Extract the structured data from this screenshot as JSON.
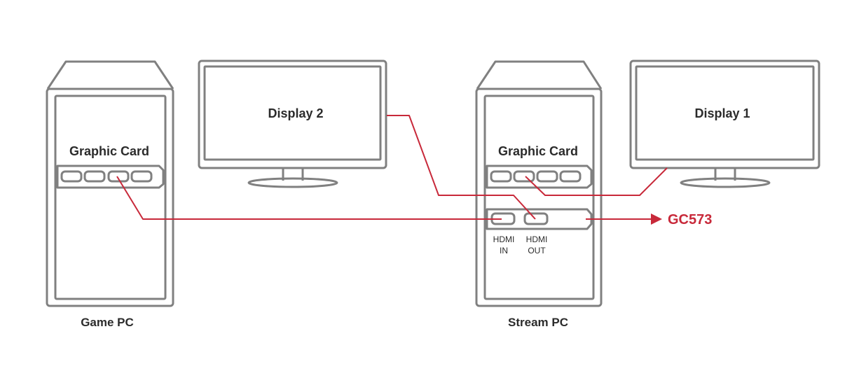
{
  "colors": {
    "outline": "#808080",
    "accent": "#c8293a",
    "text": "#2b2b2b",
    "background": "#ffffff"
  },
  "game_pc": {
    "label": "Game PC",
    "graphic_card_label": "Graphic Card"
  },
  "stream_pc": {
    "label": "Stream PC",
    "graphic_card_label": "Graphic Card",
    "hdmi_in_label": [
      "HDMI",
      "IN"
    ],
    "hdmi_out_label": [
      "HDMI",
      "OUT"
    ]
  },
  "display_2": {
    "label": "Display 2"
  },
  "display_1": {
    "label": "Display 1"
  },
  "capture_device": {
    "label": "GC573"
  }
}
